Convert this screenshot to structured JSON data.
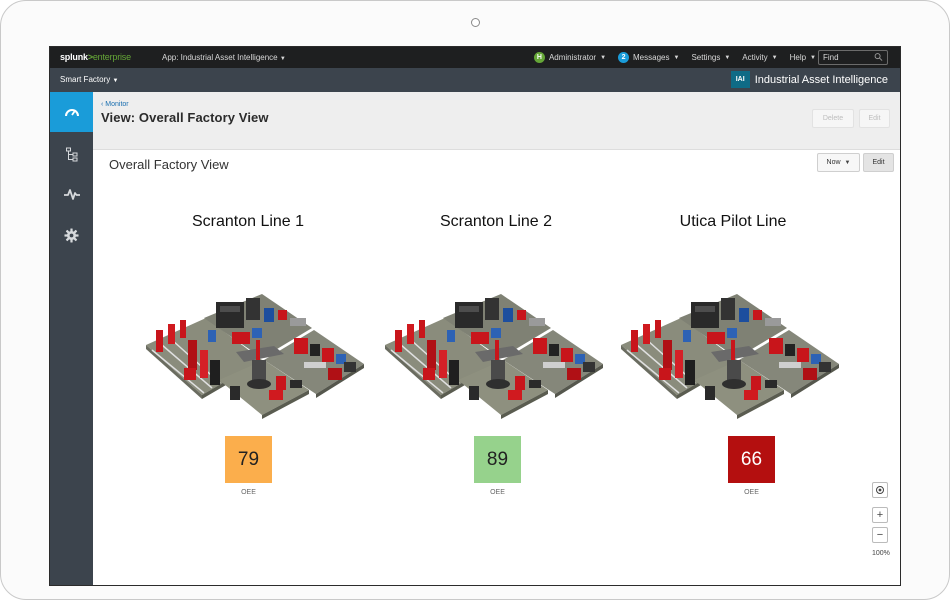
{
  "topbar": {
    "logo_main": "splunk",
    "logo_gt": ">",
    "logo_sub": "enterprise",
    "app_menu": "App: Industrial Asset Intelligence",
    "user_initial": "H",
    "user": "Administrator",
    "messages_count": "2",
    "messages": "Messages",
    "settings": "Settings",
    "activity": "Activity",
    "help": "Help",
    "find_placeholder": "Find"
  },
  "appbar": {
    "nav": "Smart Factory",
    "brand_abbr": "IAI",
    "brand_name": "Industrial Asset Intelligence"
  },
  "sidenav": {
    "items": [
      {
        "icon": "dashboard-gauge-icon",
        "active": true
      },
      {
        "icon": "asset-tree-icon",
        "active": false
      },
      {
        "icon": "activity-pulse-icon",
        "active": false
      },
      {
        "icon": "gear-icon",
        "active": false
      }
    ]
  },
  "header": {
    "breadcrumb": "Monitor",
    "title": "View: Overall Factory View",
    "delete_label": "Delete",
    "edit_label": "Edit"
  },
  "panel": {
    "title": "Overall Factory View",
    "time_label": "Now",
    "edit_label": "Edit"
  },
  "lines": [
    {
      "name": "Scranton Line 1",
      "oee": "79",
      "oee_label": "OEE",
      "color": "#fbae4c",
      "text_color": "#222222"
    },
    {
      "name": "Scranton Line 2",
      "oee": "89",
      "oee_label": "OEE",
      "color": "#96d28c",
      "text_color": "#222222"
    },
    {
      "name": "Utica Pilot Line",
      "oee": "66",
      "oee_label": "OEE",
      "color": "#b40f0f",
      "text_color": "#ffffff"
    }
  ],
  "map_controls": {
    "zoom_in": "+",
    "zoom_out": "−",
    "zoom_level": "100%"
  },
  "colors": {
    "topbar": "#1e1f20",
    "appbar": "#3c444d",
    "accent": "#1a9cd9",
    "brand_green": "#65a637"
  }
}
